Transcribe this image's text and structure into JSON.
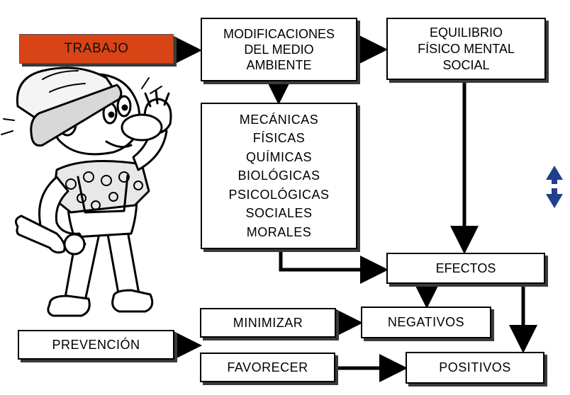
{
  "diagram": {
    "nodes": {
      "trabajo": "TRABAJO",
      "modificaciones": "MODIFICACIONES\nDEL MEDIO\nAMBIENTE",
      "equilibrio": "EQUILIBRIO\nFÍSICO MENTAL\nSOCIAL",
      "agentes": "MECÁNICAS\nFÍSICAS\nQUÍMICAS\nBIOLÓGICAS\nPSICOLÓGICAS\nSOCIALES\nMORALES",
      "efectos": "EFECTOS",
      "minimizar": "MINIMIZAR",
      "negativos": "NEGATIVOS",
      "prevencion": "PREVENCIÓN",
      "favorecer": "FAVORECER",
      "positivos": "POSITIVOS"
    },
    "edges": [
      {
        "from": "trabajo",
        "to": "modificaciones"
      },
      {
        "from": "modificaciones",
        "to": "equilibrio"
      },
      {
        "from": "modificaciones",
        "to": "agentes"
      },
      {
        "from": "equilibrio",
        "to": "efectos"
      },
      {
        "from": "agentes",
        "to": "efectos"
      },
      {
        "from": "efectos",
        "to": "negativos"
      },
      {
        "from": "efectos",
        "to": "positivos"
      },
      {
        "from": "prevencion",
        "to": "minimizar"
      },
      {
        "from": "prevencion",
        "to": "favorecer"
      },
      {
        "from": "minimizar",
        "to": "negativos"
      },
      {
        "from": "favorecer",
        "to": "positivos"
      }
    ],
    "colors": {
      "trabajo_fill": "#d84415",
      "stroke": "#000000",
      "shadow": "#3a3a3a",
      "double_arrow": "#1f3f8a"
    },
    "icons": [
      "worker-illustration",
      "double-arrow-icon"
    ]
  }
}
